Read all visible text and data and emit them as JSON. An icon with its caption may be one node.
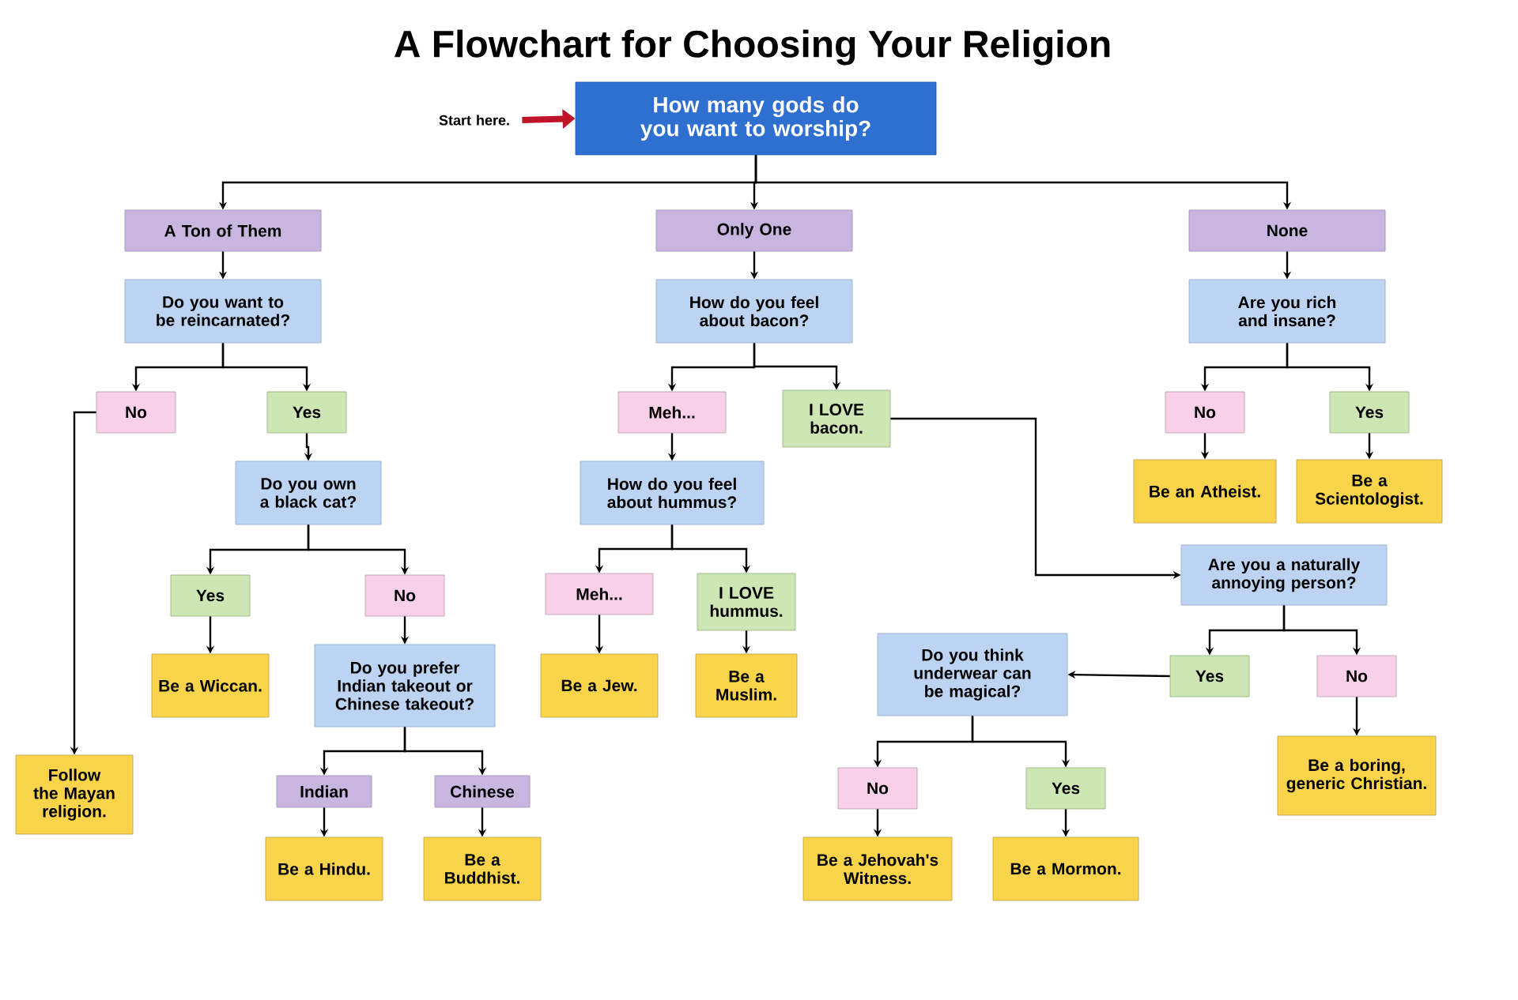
{
  "diagram": {
    "title": "A Flowchart for Choosing Your Religion",
    "nodes": [
      {
        "text": [
          "Start here."
        ]
      },
      {
        "text": [
          "How many gods do you want to worship?"
        ]
      },
      {
        "text": [
          "A Ton of Them"
        ]
      },
      {
        "text": [
          "Only One"
        ]
      },
      {
        "text": [
          "None"
        ]
      },
      {
        "text": [
          "Do you want to be reincarnated?"
        ]
      },
      {
        "text": [
          "How do you feel about bacon?"
        ]
      },
      {
        "text": [
          "Are you rich and insane?"
        ]
      },
      {
        "text": [
          "No"
        ]
      },
      {
        "text": [
          "Yes"
        ]
      },
      {
        "text": [
          "Meh..."
        ]
      },
      {
        "text": [
          "I LOVE bacon."
        ]
      },
      {
        "text": [
          "No"
        ]
      },
      {
        "text": [
          "Yes"
        ]
      },
      {
        "text": [
          "Do you own a black cat?"
        ]
      },
      {
        "text": [
          "How do you feel about hummus?"
        ]
      },
      {
        "text": [
          "Be an Atheist."
        ]
      },
      {
        "text": [
          "Be a Scientologist."
        ]
      },
      {
        "text": [
          "Are you a naturally annoying person?"
        ]
      },
      {
        "text": [
          "Yes"
        ]
      },
      {
        "text": [
          "No"
        ]
      },
      {
        "text": [
          "Meh..."
        ]
      },
      {
        "text": [
          "I LOVE hummus."
        ]
      },
      {
        "text": [
          "Yes"
        ]
      },
      {
        "text": [
          "No"
        ]
      },
      {
        "text": [
          "Be a Wiccan."
        ]
      },
      {
        "text": [
          "Do you prefer Indian takeout or Chinese takeout?"
        ]
      },
      {
        "text": [
          "Be a Jew."
        ]
      },
      {
        "text": [
          "Be a Muslim."
        ]
      },
      {
        "text": [
          "Do you think underwear can be magical?"
        ]
      },
      {
        "text": [
          "Follow the Mayan religion."
        ]
      },
      {
        "text": [
          "Be a boring, generic Christian."
        ]
      },
      {
        "text": [
          "Indian"
        ]
      },
      {
        "text": [
          "Chinese"
        ]
      },
      {
        "text": [
          "No"
        ]
      },
      {
        "text": [
          "Yes"
        ]
      },
      {
        "text": [
          "Be a Hindu."
        ]
      },
      {
        "text": [
          "Be a Buddhist."
        ]
      },
      {
        "text": [
          "Be a Jehovah's Witness."
        ]
      },
      {
        "text": [
          "Be a Mormon."
        ]
      }
    ],
    "edges": [
      {
        "from": 0,
        "to": 1,
        "arrow": "to",
        "style": "thick",
        "color": "#c0142a"
      },
      {
        "from": 1,
        "to": 2,
        "arrow": "to"
      },
      {
        "from": 1,
        "to": 3,
        "arrow": "to"
      },
      {
        "from": 1,
        "to": 4,
        "arrow": "to"
      },
      {
        "from": 2,
        "to": 5,
        "arrow": "to"
      },
      {
        "from": 3,
        "to": 6,
        "arrow": "to"
      },
      {
        "from": 4,
        "to": 7,
        "arrow": "to"
      },
      {
        "from": 5,
        "to": 8,
        "arrow": "to"
      },
      {
        "from": 5,
        "to": 9,
        "arrow": "to"
      },
      {
        "from": 6,
        "to": 10,
        "arrow": "to"
      },
      {
        "from": 6,
        "to": 11,
        "arrow": "to"
      },
      {
        "from": 7,
        "to": 12,
        "arrow": "to"
      },
      {
        "from": 7,
        "to": 13,
        "arrow": "to"
      },
      {
        "from": 9,
        "to": 14,
        "arrow": "to"
      },
      {
        "from": 10,
        "to": 15,
        "arrow": "to"
      },
      {
        "from": 12,
        "to": 16,
        "arrow": "to"
      },
      {
        "from": 13,
        "to": 17,
        "arrow": "to"
      },
      {
        "from": 11,
        "to": 18,
        "arrow": "to"
      },
      {
        "from": 14,
        "to": 19,
        "arrow": "to"
      },
      {
        "from": 14,
        "to": 20,
        "arrow": "to"
      },
      {
        "from": 15,
        "to": 21,
        "arrow": "to"
      },
      {
        "from": 15,
        "to": 22,
        "arrow": "to"
      },
      {
        "from": 18,
        "to": 23,
        "arrow": "to"
      },
      {
        "from": 18,
        "to": 24,
        "arrow": "to"
      },
      {
        "from": 19,
        "to": 25,
        "arrow": "to"
      },
      {
        "from": 20,
        "to": 26,
        "arrow": "to"
      },
      {
        "from": 21,
        "to": 27,
        "arrow": "to"
      },
      {
        "from": 22,
        "to": 28,
        "arrow": "to"
      },
      {
        "from": 23,
        "to": 29,
        "arrow": "to"
      },
      {
        "from": 8,
        "to": 30,
        "arrow": "to"
      },
      {
        "from": 24,
        "to": 31,
        "arrow": "to"
      },
      {
        "from": 26,
        "to": 32,
        "arrow": "to"
      },
      {
        "from": 26,
        "to": 33,
        "arrow": "to"
      },
      {
        "from": 29,
        "to": 34,
        "arrow": "to"
      },
      {
        "from": 29,
        "to": 35,
        "arrow": "to"
      },
      {
        "from": 32,
        "to": 36,
        "arrow": "to"
      },
      {
        "from": 33,
        "to": 37,
        "arrow": "to"
      },
      {
        "from": 34,
        "to": 38,
        "arrow": "to"
      },
      {
        "from": 35,
        "to": 39,
        "arrow": "to"
      }
    ]
  }
}
